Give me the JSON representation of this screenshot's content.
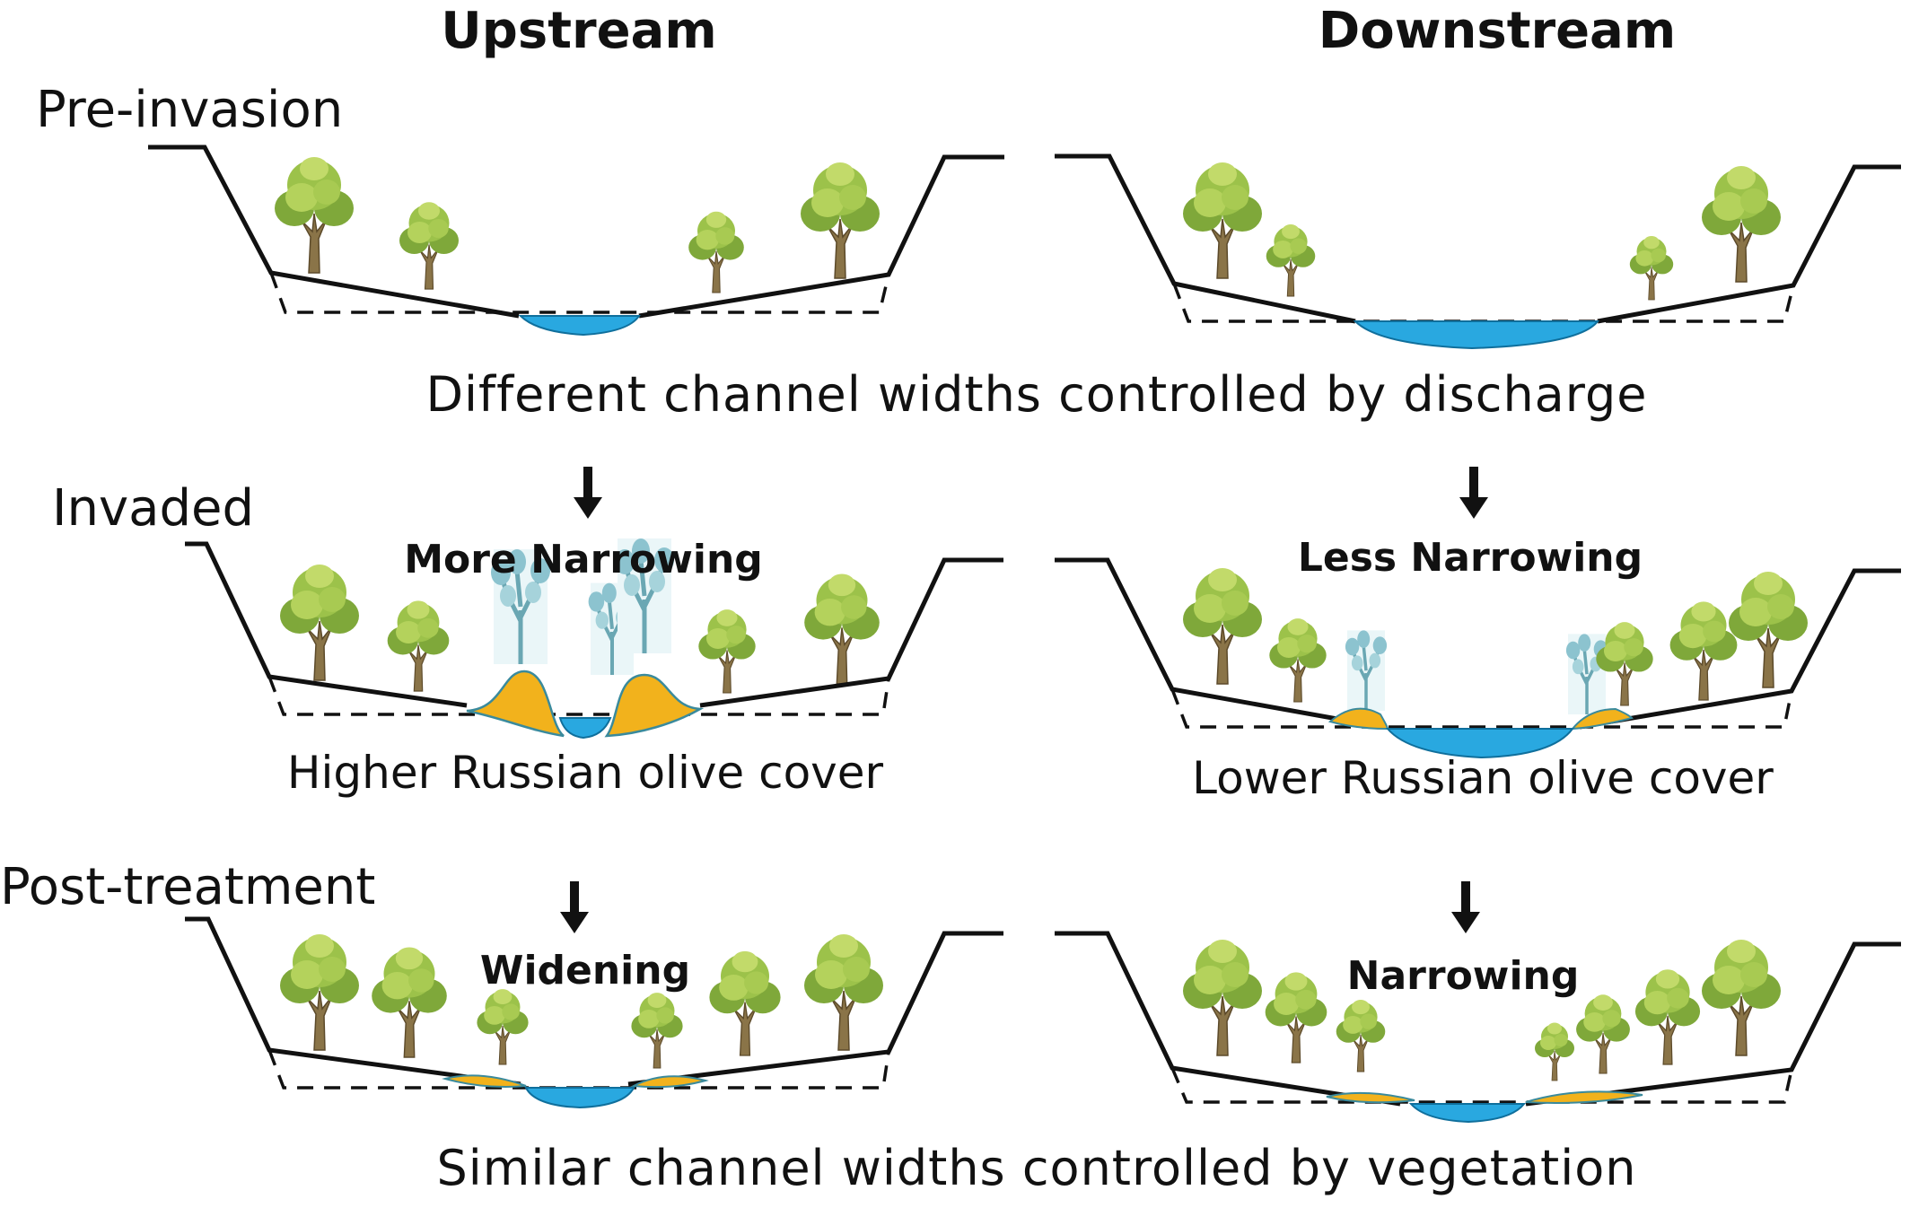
{
  "columns": {
    "upstream": "Upstream",
    "downstream": "Downstream"
  },
  "stages": {
    "pre_invasion": "Pre-invasion",
    "invaded": "Invaded",
    "post_treatment": "Post-treatment"
  },
  "captions": {
    "pre": "Different channel widths controlled by discharge",
    "post": "Similar channel widths controlled by vegetation"
  },
  "changes": {
    "invaded_up": "More Narrowing",
    "invaded_down": "Less Narrowing",
    "post_up": "Widening",
    "post_down": "Narrowing"
  },
  "cover": {
    "up": "Higher Russian olive cover",
    "down": "Lower Russian olive cover"
  },
  "colors": {
    "water": "#29a8e0",
    "sediment": "#f2b21c",
    "tree_canopy": "#8fb842",
    "olive": "#8cc3cf",
    "line": "#111111"
  },
  "icons": [
    "cottonwood-tree-icon",
    "russian-olive-tree-icon",
    "down-arrow-icon"
  ]
}
